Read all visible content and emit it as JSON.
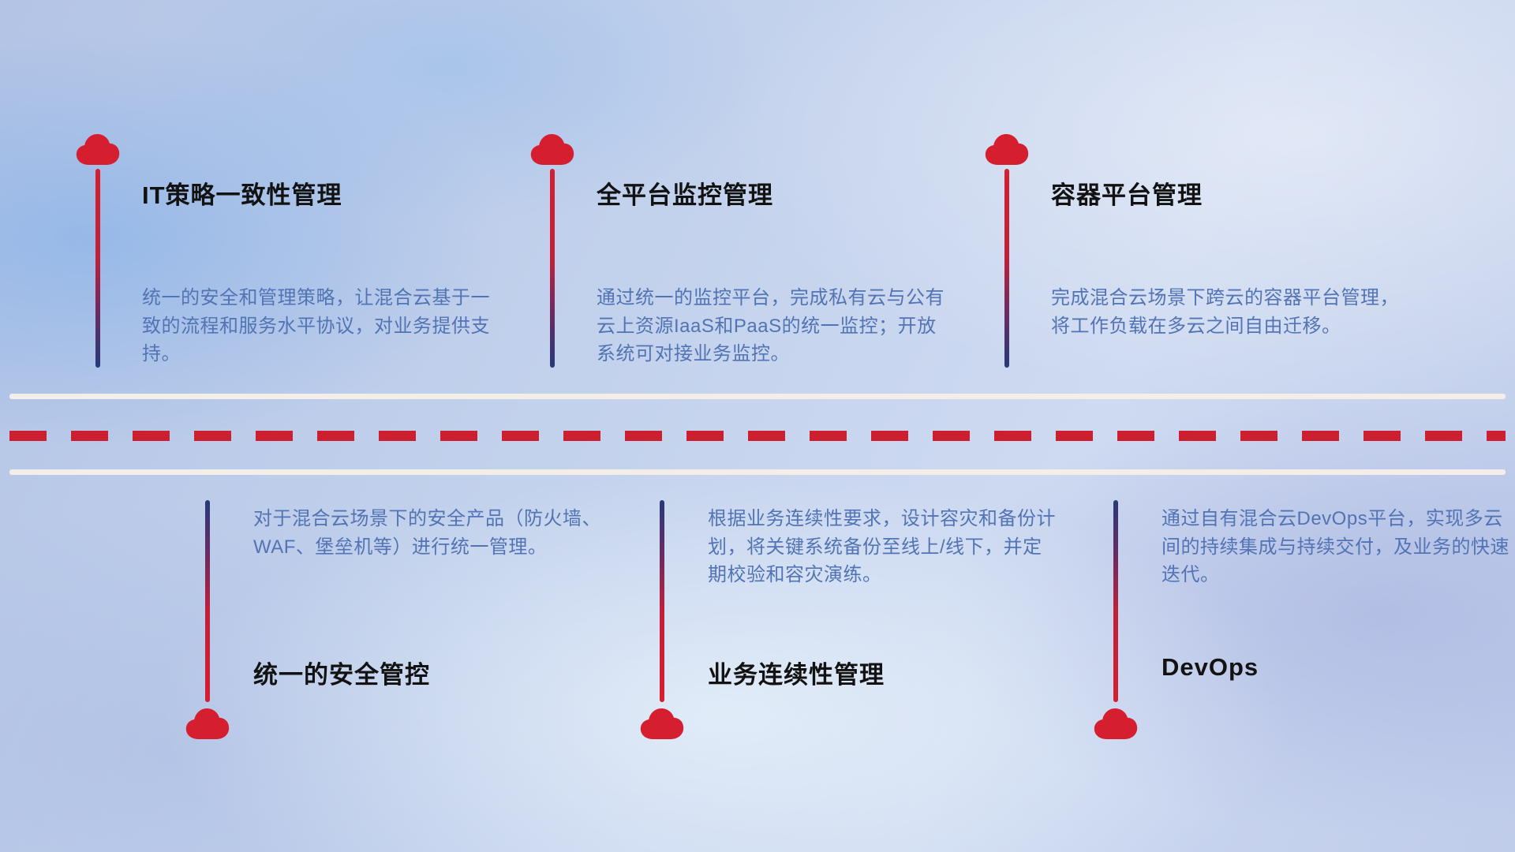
{
  "diagram": {
    "type": "timeline-roadmap-infographic",
    "colors": {
      "accent_red": "#cc1f2f",
      "cloud_red": "#d51f2f",
      "stem_navy": "#253a78",
      "title_text": "#121212",
      "description_text": "#5274b4",
      "road_line": "#f3efe8",
      "background_blue": "#c2d1ec"
    },
    "top_items": [
      {
        "title": "IT策略一致性管理",
        "description": "统一的安全和管理策略，让混合云基于一致的流程和服务水平协议，对业务提供支持。"
      },
      {
        "title": "全平台监控管理",
        "description": "通过统一的监控平台，完成私有云与公有云上资源IaaS和PaaS的统一监控；开放系统可对接业务监控。"
      },
      {
        "title": "容器平台管理",
        "description": "完成混合云场景下跨云的容器平台管理，将工作负载在多云之间自由迁移。"
      }
    ],
    "bottom_items": [
      {
        "title": "统一的安全管控",
        "description": "对于混合云场景下的安全产品（防火墙、WAF、堡垒机等）进行统一管理。"
      },
      {
        "title": "业务连续性管理",
        "description": "根据业务连续性要求，设计容灾和备份计划，将关键系统备份至线上/线下，并定期校验和容灾演练。"
      },
      {
        "title": "DevOps",
        "description": "通过自有混合云DevOps平台，实现多云间的持续集成与持续交付，及业务的快速迭代。"
      }
    ]
  }
}
